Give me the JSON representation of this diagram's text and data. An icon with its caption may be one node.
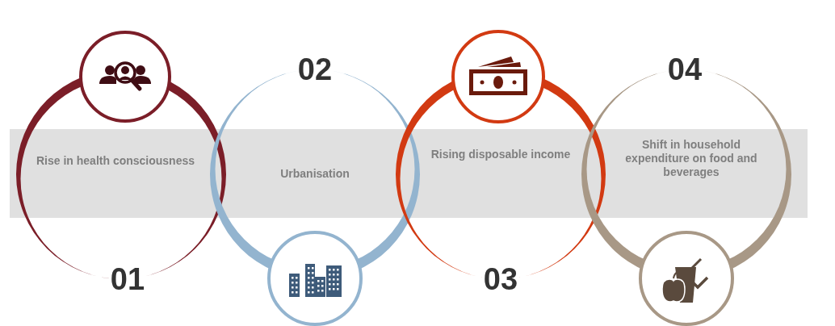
{
  "diagram": {
    "nodes": [
      {
        "text": [
          "Rise in health consciousness",
          "01"
        ]
      },
      {
        "text": [],
        "shape": "circle"
      },
      {
        "text": [
          "02",
          "Urbanisation"
        ]
      },
      {
        "text": [],
        "shape": "circle"
      },
      {
        "text": [
          "Rising disposable income",
          "03"
        ]
      },
      {
        "text": [],
        "shape": "circle"
      },
      {
        "text": [
          "04",
          "Shift in household expenditure on food and beverages"
        ]
      },
      {
        "text": [],
        "shape": "circle"
      }
    ]
  }
}
